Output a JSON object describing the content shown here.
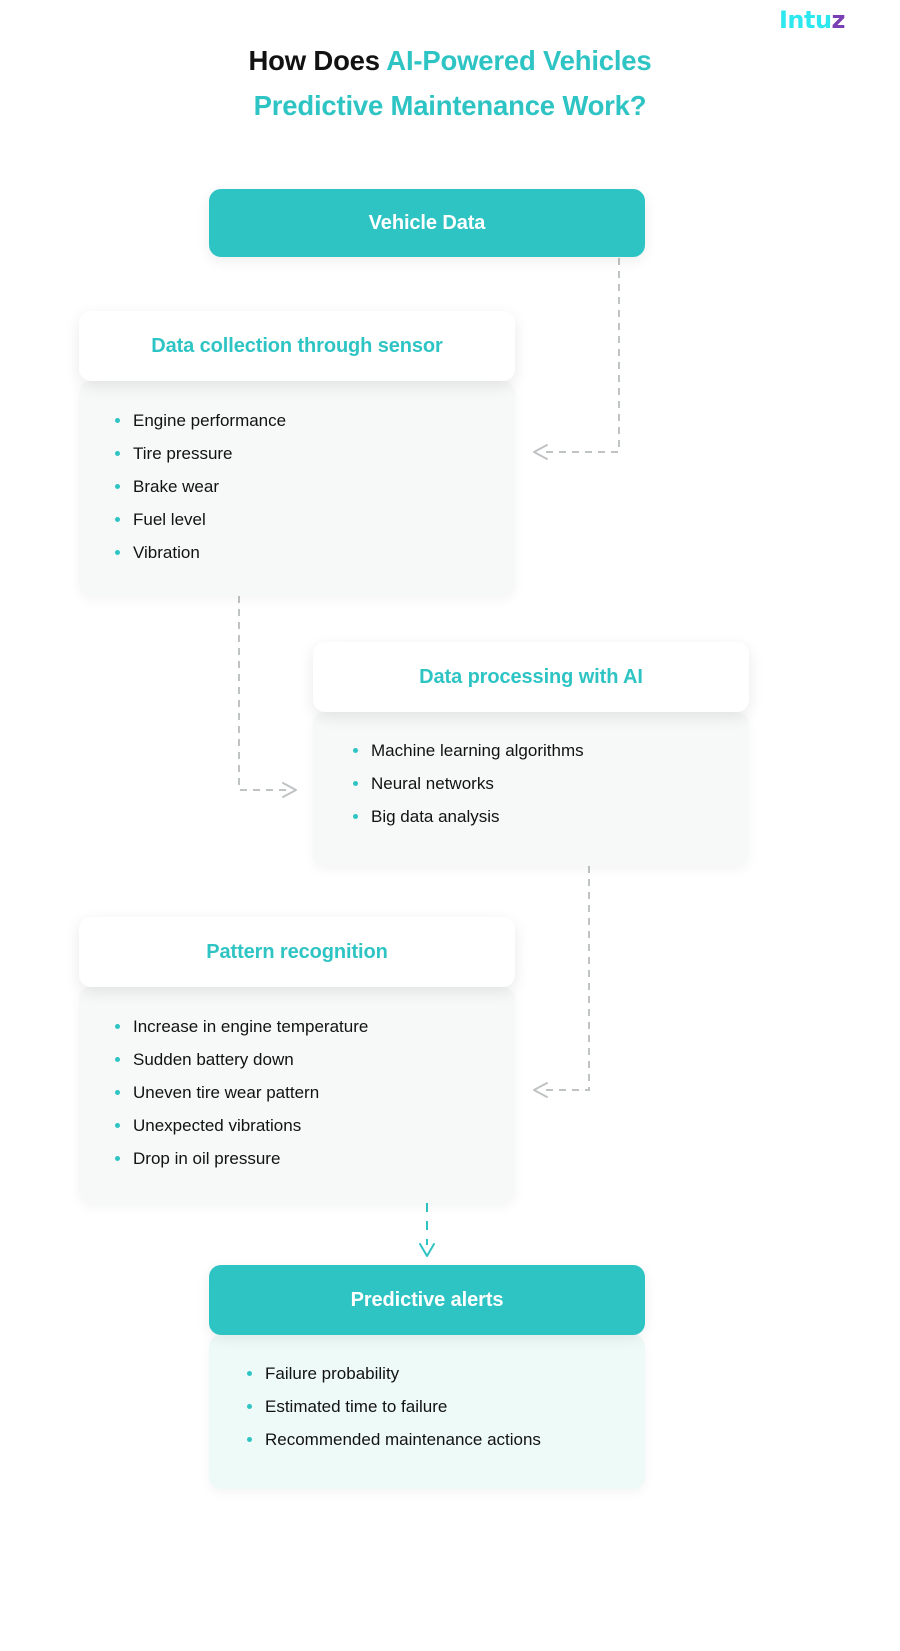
{
  "logo": {
    "main": "Intu",
    "accent": "z",
    "color_main": "#2ee8f0",
    "color_accent": "#7b3fb5"
  },
  "title": {
    "line1_dark": "How Does ",
    "line1_teal": "AI-Powered Vehicles",
    "line2_teal": "Predictive Maintenance Work?",
    "color_dark": "#121212",
    "color_teal": "#2fc4c4"
  },
  "theme": {
    "teal": "#2fc4c4",
    "bullet": "#2fc4c4",
    "card_grey": "#f7f8f8",
    "card_mint": "#eefaf8",
    "connector_grey": "#bfc3c4",
    "connector_teal": "#2fc4c4",
    "text_dark": "#121212"
  },
  "steps": [
    {
      "id": "vehicle-data",
      "header": "Vehicle Data",
      "header_style": "teal",
      "items": []
    },
    {
      "id": "data-collection",
      "header": "Data collection through sensor",
      "header_style": "white",
      "items": [
        "Engine performance",
        "Tire pressure",
        "Brake wear",
        "Fuel level",
        "Vibration"
      ]
    },
    {
      "id": "data-processing",
      "header": "Data processing with AI",
      "header_style": "white",
      "items": [
        "Machine learning algorithms",
        "Neural networks",
        "Big data analysis"
      ]
    },
    {
      "id": "pattern-recognition",
      "header": "Pattern recognition",
      "header_style": "white",
      "items": [
        "Increase in engine temperature",
        "Sudden battery down",
        "Uneven tire wear pattern",
        "Unexpected vibrations",
        "Drop in oil pressure"
      ]
    },
    {
      "id": "predictive-alerts",
      "header": "Predictive alerts",
      "header_style": "teal",
      "items": [
        "Failure probability",
        "Estimated time to failure",
        "Recommended maintenance actions"
      ]
    }
  ]
}
